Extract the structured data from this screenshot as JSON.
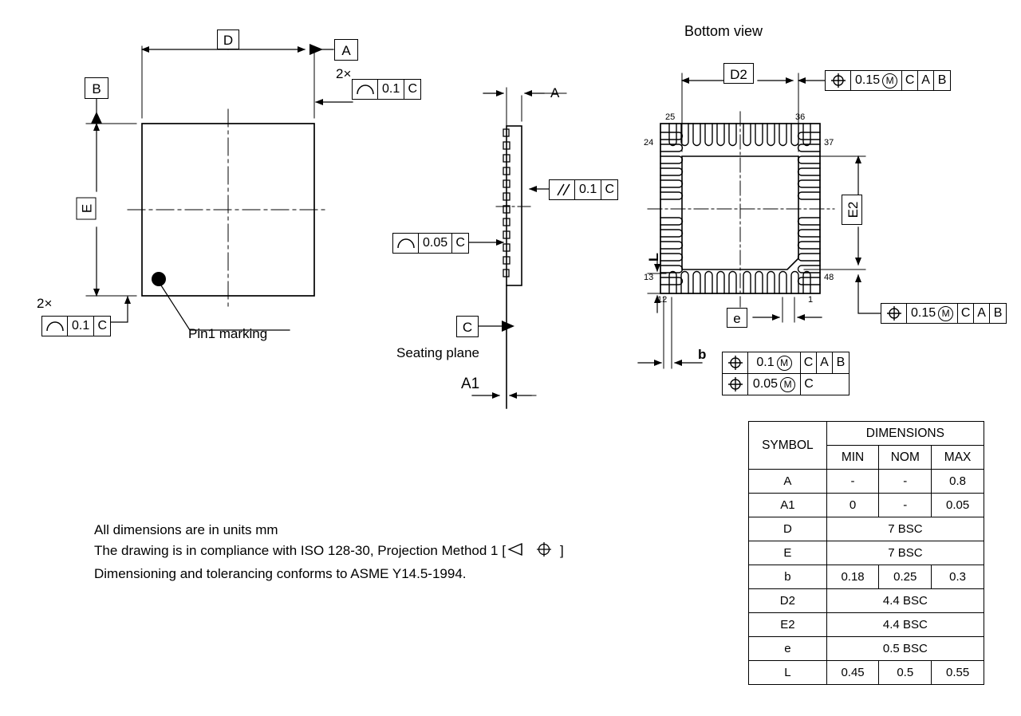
{
  "meta": {
    "drawing_type": "package-mechanical-drawing",
    "views": [
      "top view",
      "side view",
      "bottom view"
    ]
  },
  "views": {
    "bottom_view_title": "Bottom view",
    "seating_plane_label": "Seating plane",
    "pin1_marking_label": "Pin1 marking"
  },
  "top_view": {
    "dim_d": "D",
    "datum_a": "A",
    "datum_b": "B",
    "dim_e": "E",
    "qty_top": "2×",
    "qty_bottom": "2×",
    "fcf_top": {
      "symbol": "profile-of-a-surface",
      "tolerance": "0.1",
      "datums": [
        "C"
      ]
    },
    "fcf_bottom": {
      "symbol": "profile-of-a-surface",
      "tolerance": "0.1",
      "datums": [
        "C"
      ]
    }
  },
  "side_view": {
    "dim_a": "A",
    "dim_a1": "A1",
    "datum_c": "C",
    "fcf_parallel": {
      "symbol": "parallelism",
      "tolerance": "0.1",
      "datums": [
        "C"
      ]
    },
    "fcf_profile": {
      "symbol": "profile-of-a-surface",
      "tolerance": "0.05",
      "datums": [
        "C"
      ]
    }
  },
  "bottom_view": {
    "dim_d2": "D2",
    "dim_e2": "E2",
    "dim_e": "e",
    "dim_b": "b",
    "dim_l": "L",
    "pin_numbers": [
      "25",
      "36",
      "24",
      "37",
      "13",
      "48",
      "12",
      "1"
    ],
    "fcf_d2": {
      "symbol": "position",
      "tolerance": "0.15",
      "modifier": "M",
      "datums": [
        "C",
        "A",
        "B"
      ]
    },
    "fcf_e2": {
      "symbol": "position",
      "tolerance": "0.15",
      "modifier": "M",
      "datums": [
        "C",
        "A",
        "B"
      ]
    },
    "fcf_b_row1": {
      "symbol": "position",
      "tolerance": "0.1",
      "modifier": "M",
      "datums": [
        "C",
        "A",
        "B"
      ]
    },
    "fcf_b_row2": {
      "symbol": "position",
      "tolerance": "0.05",
      "modifier": "M",
      "datums": [
        "C"
      ]
    },
    "pads_per_side": 12,
    "total_pins": 48
  },
  "notes": {
    "line1": "All dimensions are in units mm",
    "line2_a": "The drawing is in compliance with ISO 128-30, Projection Method 1 [",
    "line2_b": "]",
    "line3": "Dimensioning and tolerancing conforms to ASME Y14.5-1994."
  },
  "table": {
    "symbol_header": "SYMBOL",
    "dimensions_header": "DIMENSIONS",
    "columns": [
      "MIN",
      "NOM",
      "MAX"
    ],
    "rows": [
      {
        "symbol": "A",
        "span": false,
        "min": "-",
        "nom": "-",
        "max": "0.8"
      },
      {
        "symbol": "A1",
        "span": false,
        "min": "0",
        "nom": "-",
        "max": "0.05"
      },
      {
        "symbol": "D",
        "span": true,
        "value": "7 BSC"
      },
      {
        "symbol": "E",
        "span": true,
        "value": "7 BSC"
      },
      {
        "symbol": "b",
        "span": false,
        "min": "0.18",
        "nom": "0.25",
        "max": "0.3"
      },
      {
        "symbol": "D2",
        "span": true,
        "value": "4.4 BSC"
      },
      {
        "symbol": "E2",
        "span": true,
        "value": "4.4 BSC"
      },
      {
        "symbol": "e",
        "span": true,
        "value": "0.5 BSC"
      },
      {
        "symbol": "L",
        "span": false,
        "min": "0.45",
        "nom": "0.5",
        "max": "0.55"
      }
    ]
  },
  "colors": {
    "line": "#000000",
    "background": "#ffffff"
  }
}
